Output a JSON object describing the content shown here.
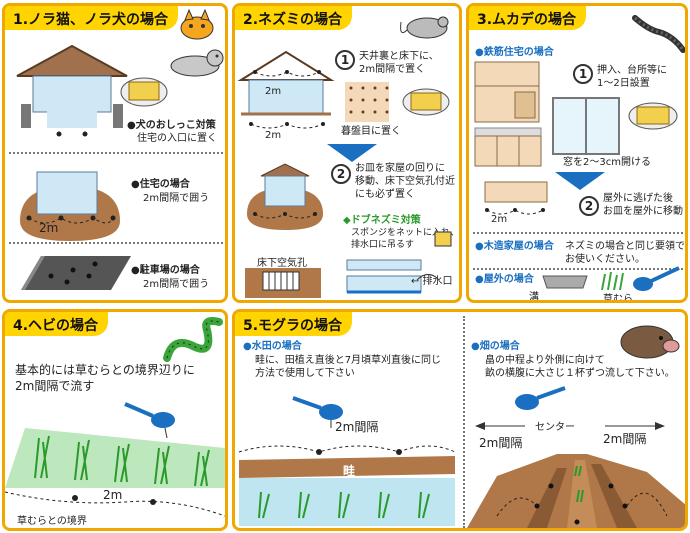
{
  "panel1": {
    "title": "1.ノラ猫、ノラ犬の場合",
    "dog_head": "●犬のおしっこ対策",
    "dog_body": "住宅の入口に置く",
    "house_head": "●住宅の場合",
    "house_body": "2m間隔で囲う",
    "house_dist": "2m",
    "parking_head": "●駐車場の場合",
    "parking_body": "2m間隔で囲う"
  },
  "panel2": {
    "title": "2.ネズミの場合",
    "step1_num": "1",
    "step1_l1": "天井裏と床下に、",
    "step1_l2": "2m間隔で置く",
    "ceiling_dist": "2m",
    "floor_dist": "2m",
    "wood_label": "暮盤目に置く",
    "step2_num": "2",
    "step2_l1": "お皿を家屋の回りに",
    "step2_l2": "移動、床下空気孔付近",
    "step2_l3": "にも必ず置く",
    "drain_head": "◆ドブネズミ対策",
    "drain_l1": "スポンジをネットに入れ、",
    "drain_l2": "排水口に吊るす",
    "vent_label": "床下空気孔",
    "drain_label": "← 排水口"
  },
  "panel3": {
    "title": "3.ムカデの場合",
    "rc_head": "●鉄筋住宅の場合",
    "step1_num": "1",
    "step1_l1": "押入、台所等に",
    "step1_l2": "1〜2日設置",
    "window_label": "窓を2〜3cm開ける",
    "step2_num": "2",
    "step2_l1": "屋外に逃げた後",
    "step2_l2": "お皿を屋外に移動",
    "step2_dist": "2m",
    "wood_head": "●木造家屋の場合",
    "wood_l1": "ネズミの場合と同じ要領で",
    "wood_l2": "お使いください。",
    "outdoor_head": "●屋外の場合",
    "ditch_label": "溝",
    "grass_label": "草むら"
  },
  "panel4": {
    "title": "4.ヘビの場合",
    "body_l1": "基本的には草むらとの境界辺りに",
    "body_l2": "2m間隔で流す",
    "dist": "2m",
    "border_label": "草むらとの境界"
  },
  "panel5": {
    "title": "5.モグラの場合",
    "paddy_head": "●水田の場合",
    "paddy_l1": "畦に、田植え直後と7月頃草刈直後に同じ",
    "paddy_l2": "方法で使用して下さい",
    "paddy_dist": "2m間隔",
    "ridge_label": "畦",
    "field_head": "●畑の場合",
    "field_l1": "畠の中程より外側に向けて",
    "field_l2": "畝の横腹に大さじ１杯ずつ流して下さい。",
    "center_label": "センター",
    "left_dist": "2m間隔",
    "right_dist": "2m間隔"
  },
  "colors": {
    "frame": "#f0a800",
    "title_bg": "#ffd400",
    "accent_blue": "#1a6fc0",
    "accent_green": "#2a9a2a",
    "soil": "#b07848",
    "grass": "#3aa53a",
    "water": "#bfe6f0"
  }
}
